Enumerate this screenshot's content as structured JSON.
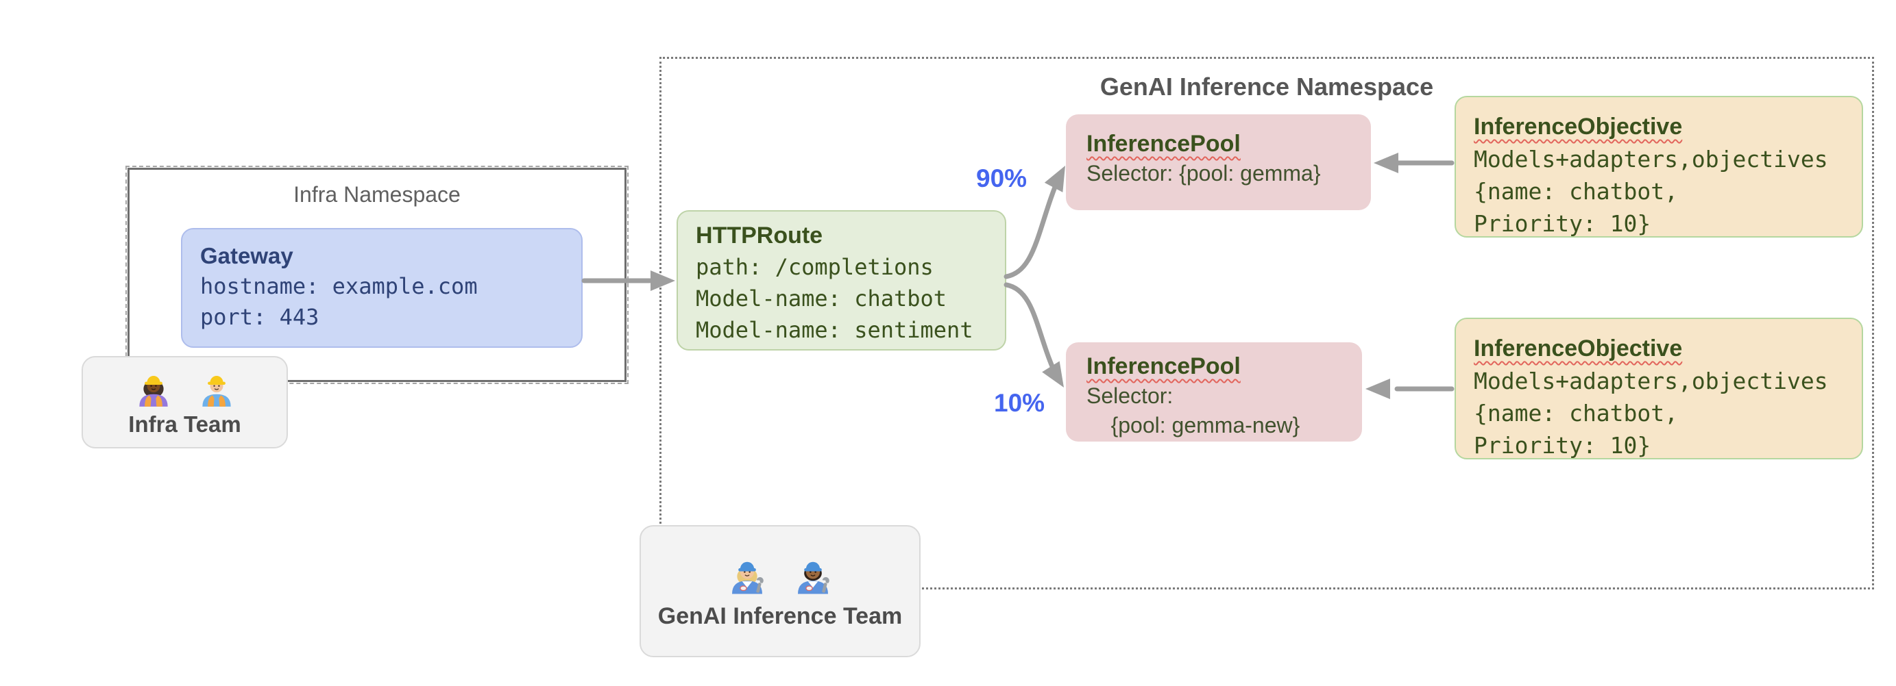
{
  "infra_namespace": {
    "title": "Infra Namespace"
  },
  "gateway": {
    "title": "Gateway",
    "lines": [
      "hostname: example.com",
      "port: 443"
    ]
  },
  "infra_team": {
    "label": "Infra Team",
    "icons": [
      "woman-construction-worker-emoji",
      "man-construction-worker-emoji"
    ]
  },
  "genai_namespace": {
    "title": "GenAI Inference Namespace"
  },
  "httproute": {
    "title": "HTTPRoute",
    "lines": [
      "path: /completions",
      "Model-name: chatbot",
      "Model-name: sentiment"
    ]
  },
  "traffic": {
    "top_percent": "90%",
    "bottom_percent": "10%"
  },
  "pools": [
    {
      "title": "InferencePool",
      "lines": [
        "Selector: {pool: gemma}"
      ]
    },
    {
      "title": "InferencePool",
      "lines": [
        "Selector:",
        "    {pool: gemma-new}"
      ]
    }
  ],
  "objectives": [
    {
      "title": "InferenceObjective",
      "lines": [
        "Models+adapters,objectives",
        "{name: chatbot,",
        "Priority: 10}"
      ]
    },
    {
      "title": "InferenceObjective",
      "lines": [
        "Models+adapters,objectives",
        "{name: chatbot,",
        "Priority: 10}"
      ]
    }
  ],
  "genai_team": {
    "label": "GenAI Inference Team",
    "icons": [
      "woman-mechanic-emoji",
      "man-mechanic-emoji"
    ]
  },
  "colors": {
    "gateway_fill": "#ccd8f6",
    "gateway_text": "#2f4377",
    "httproute_fill": "#e5eedb",
    "green_text": "#3a511d",
    "pool_fill": "#ecd2d4",
    "objective_fill": "#f7e6c9",
    "objective_border": "#b5d79f",
    "team_fill": "#f3f3f3",
    "arrow_gray": "#9e9e9e",
    "percent_blue": "#4565ef",
    "squiggle_red": "#e2655c",
    "namespace_border_gray": "#6e6e6e",
    "dotted_border_gray": "#7a7a7a"
  }
}
